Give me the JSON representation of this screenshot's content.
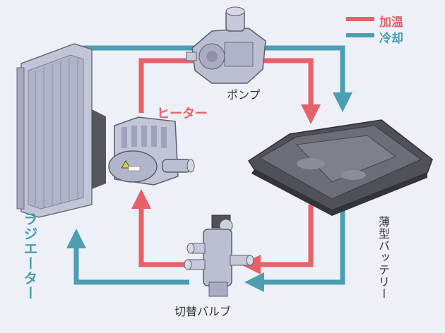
{
  "legend": {
    "heating_label": "加温",
    "cooling_label": "冷却",
    "heating_color": "#e8606a",
    "cooling_color": "#4b9fb1"
  },
  "components": {
    "pump": "ポンプ",
    "heater": "ヒーター",
    "battery": "薄型バッテリー",
    "valve": "切替バルブ",
    "radiator": "ラジエーター"
  },
  "colors": {
    "background": "#edf0f6",
    "component_fill": "#bcbfd2",
    "component_dark": "#55575f"
  },
  "icons": [
    "pump-icon",
    "heater-icon",
    "battery-pack-icon",
    "switching-valve-icon",
    "radiator-icon"
  ]
}
